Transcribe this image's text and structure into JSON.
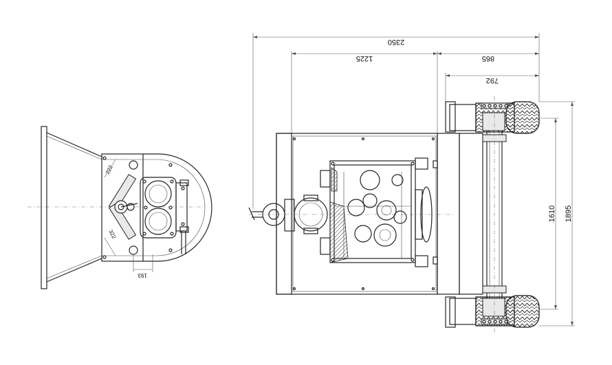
{
  "dimensions": {
    "overall_length": "2350",
    "engine_section": "1225",
    "axle_section": "865",
    "wheel_width": "792",
    "track_width": "1610",
    "overall_width": "1895"
  },
  "side_view": {
    "upper_arm": "222",
    "lower_arm": "322",
    "offset": "193"
  },
  "colors": {
    "line": "#222222",
    "hatch": "#333333",
    "background": "#ffffff"
  }
}
